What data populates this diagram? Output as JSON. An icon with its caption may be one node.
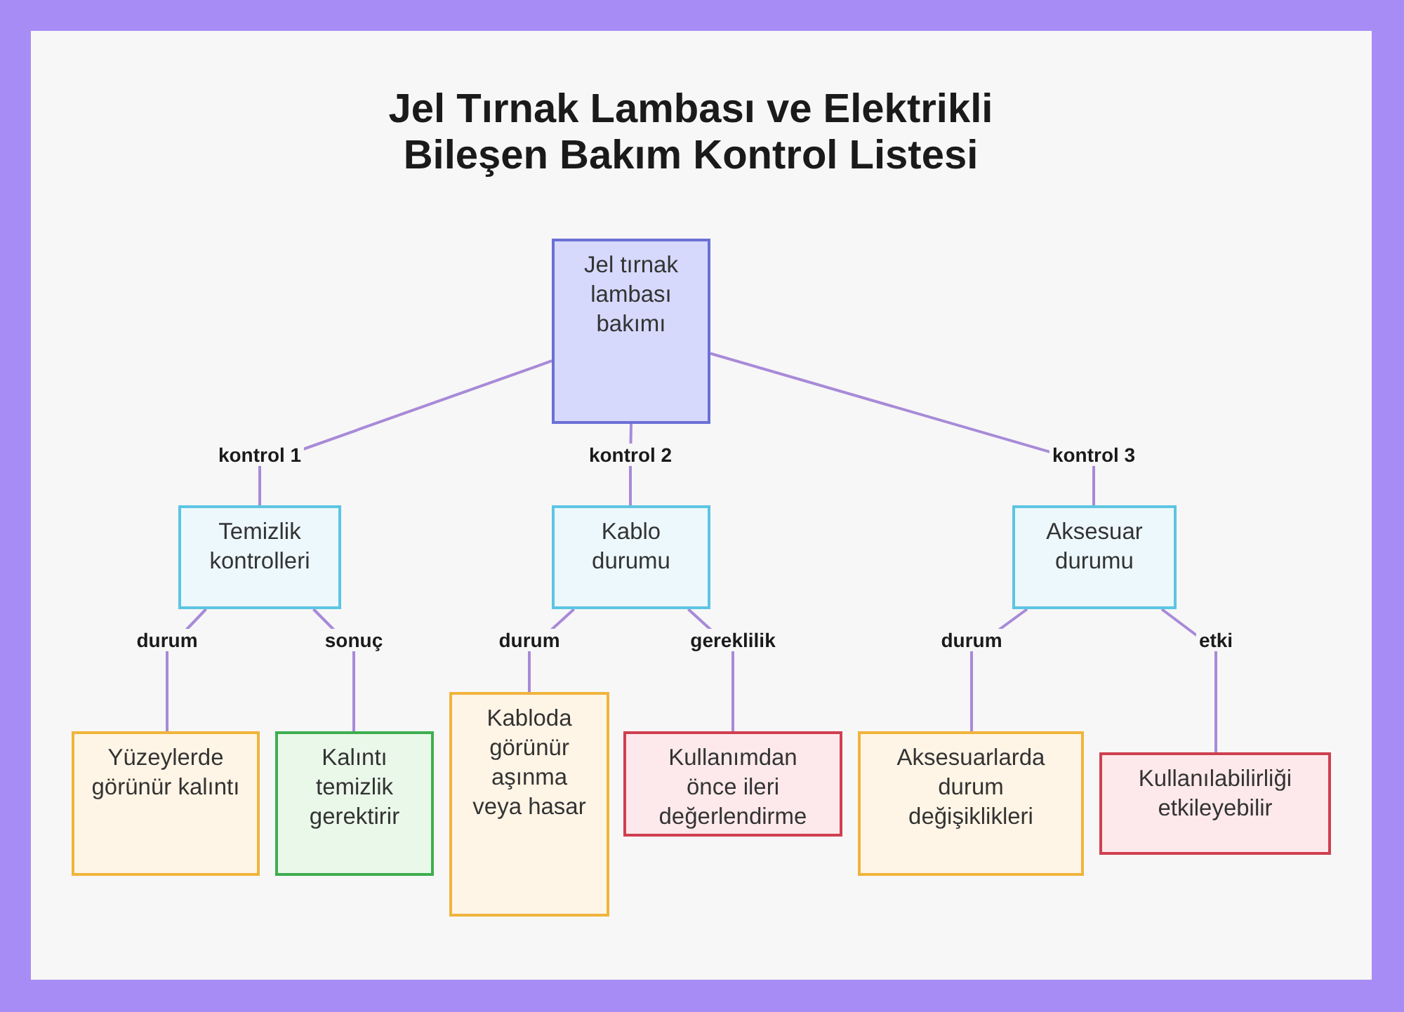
{
  "diagram": {
    "title": "Jel Tırnak Lambası ve Elektrikli Bileşen Bakım Kontrol Listesi",
    "nodes": [
      {
        "text": [
          "Jel tırnak lambası bakımı"
        ]
      },
      {
        "text": [
          "Temizlik kontrolleri"
        ]
      },
      {
        "text": [
          "Kablo durumu"
        ]
      },
      {
        "text": [
          "Aksesuar durumu"
        ]
      },
      {
        "text": [
          "Yüzeylerde görünür kalıntı"
        ]
      },
      {
        "text": [
          "Kalıntı temizlik gerektirir"
        ]
      },
      {
        "text": [
          "Kabloda görünür aşınma veya hasar"
        ]
      },
      {
        "text": [
          "Kullanımdan önce ileri değerlendirme"
        ]
      },
      {
        "text": [
          "Aksesuarlarda durum değişiklikleri"
        ]
      },
      {
        "text": [
          "Kullanılabilirliği etkileyebilir"
        ]
      }
    ],
    "edges": [
      {
        "from": 0,
        "to": 1,
        "arrow": "none",
        "label": "kontrol 1"
      },
      {
        "from": 0,
        "to": 2,
        "arrow": "none",
        "label": "kontrol 2"
      },
      {
        "from": 0,
        "to": 3,
        "arrow": "none",
        "label": "kontrol 3"
      },
      {
        "from": 1,
        "to": 4,
        "arrow": "none",
        "label": "durum"
      },
      {
        "from": 1,
        "to": 5,
        "arrow": "none",
        "label": "sonuç"
      },
      {
        "from": 2,
        "to": 6,
        "arrow": "none",
        "label": "durum"
      },
      {
        "from": 2,
        "to": 7,
        "arrow": "none",
        "label": "gereklilik"
      },
      {
        "from": 3,
        "to": 8,
        "arrow": "none",
        "label": "durum"
      },
      {
        "from": 3,
        "to": 9,
        "arrow": "none",
        "label": "etki"
      }
    ]
  }
}
